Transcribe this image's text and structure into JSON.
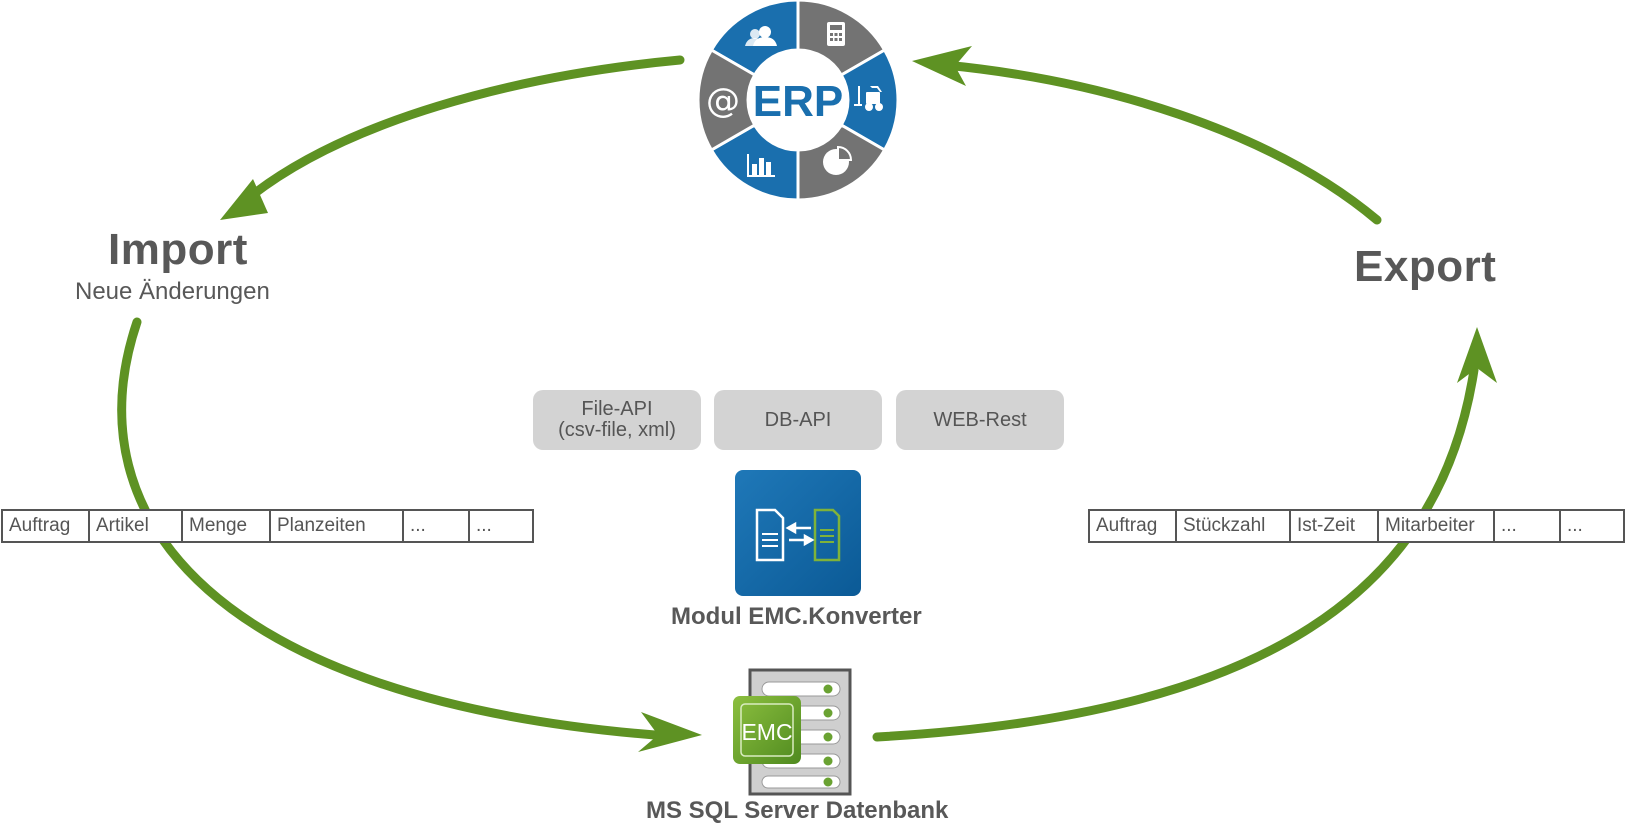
{
  "erp": {
    "label": "ERP",
    "segment_icons": [
      "users-icon",
      "calculator-icon",
      "forklift-icon",
      "pie-chart-icon",
      "bar-chart-icon",
      "at-sign-icon"
    ],
    "colors": {
      "blue": "#1a6fae",
      "gray": "#737373"
    }
  },
  "import": {
    "title": "Import",
    "subtitle": "Neue Änderungen"
  },
  "export": {
    "title": "Export"
  },
  "apis": [
    {
      "label": "File-API\n(csv-file, xml)"
    },
    {
      "label": "DB-API"
    },
    {
      "label": "WEB-Rest"
    }
  ],
  "import_fields": [
    "Auftrag",
    "Artikel",
    "Menge",
    "Planzeiten",
    "...",
    "..."
  ],
  "export_fields": [
    "Auftrag",
    "Stückzahl",
    "Ist-Zeit",
    "Mitarbeiter",
    "...",
    "..."
  ],
  "converter": {
    "caption": "Modul EMC.Konverter",
    "icon": "file-convert-icon"
  },
  "database": {
    "caption": "MS SQL Server Datenbank",
    "logo_text": "EMC",
    "icon": "server-icon"
  },
  "colors": {
    "arrow": "#5e9223",
    "text": "#585858",
    "box": "#d3d3d3"
  }
}
